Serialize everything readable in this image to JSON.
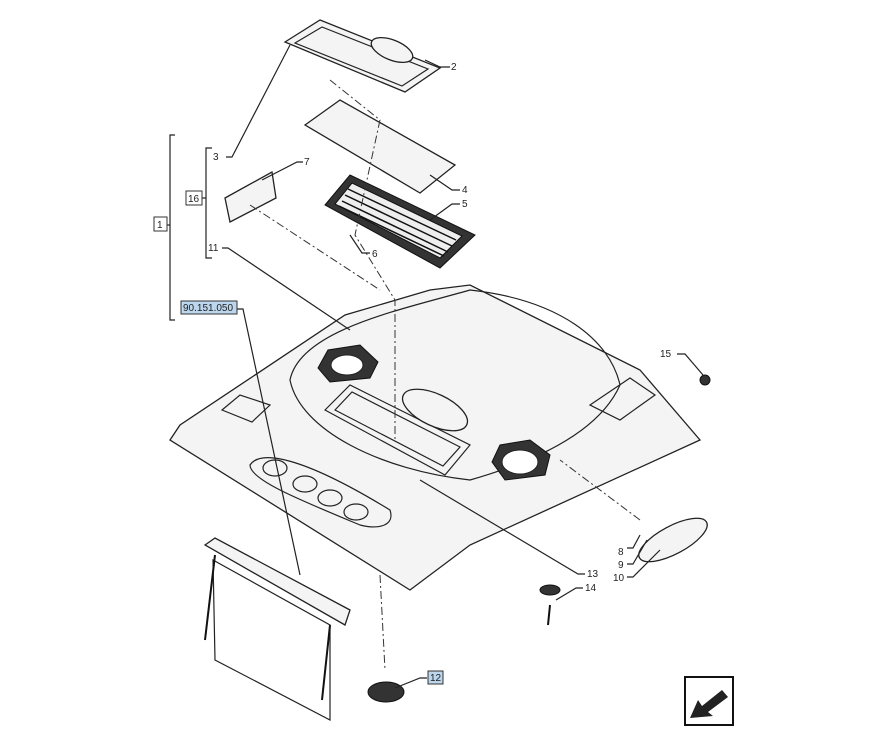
{
  "callouts": {
    "c1": "1",
    "c2": "2",
    "c3": "3",
    "c4": "4",
    "c5": "5",
    "c6": "6",
    "c7": "7",
    "c8": "8",
    "c9": "9",
    "c10": "10",
    "c11": "11",
    "c12": "12",
    "c13": "13",
    "c14": "14",
    "c15": "15",
    "c16": "16",
    "ref": "90.151.050"
  },
  "colors": {
    "highlight": "#bcd6ee",
    "line": "#222222"
  }
}
